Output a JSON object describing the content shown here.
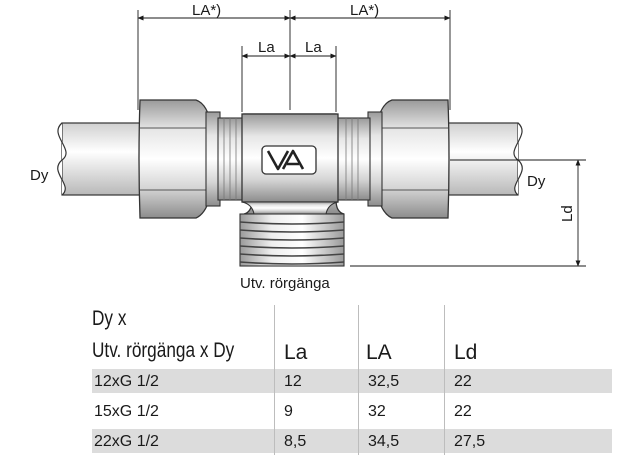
{
  "diagram": {
    "dim_LA_left": "LA*)",
    "dim_LA_right": "LA*)",
    "dim_La_left": "La",
    "dim_La_right": "La",
    "label_dy_left": "Dy",
    "label_dy_right": "Dy",
    "label_ld": "Ld",
    "caption": "Utv. rörgänga"
  },
  "table": {
    "header_line1": "Dy x",
    "header_line2": "Utv. rörgänga x Dy",
    "columns": [
      "La",
      "LA",
      "Ld"
    ],
    "rows": [
      {
        "size": "12xG 1/2",
        "La": "12",
        "LA": "32,5",
        "Ld": "22"
      },
      {
        "size": "15xG 1/2",
        "La": "9",
        "LA": "32",
        "Ld": "22"
      },
      {
        "size": "22xG 1/2",
        "La": "8,5",
        "LA": "34,5",
        "Ld": "27,5"
      }
    ],
    "shade_color": "#dcdcdc"
  }
}
